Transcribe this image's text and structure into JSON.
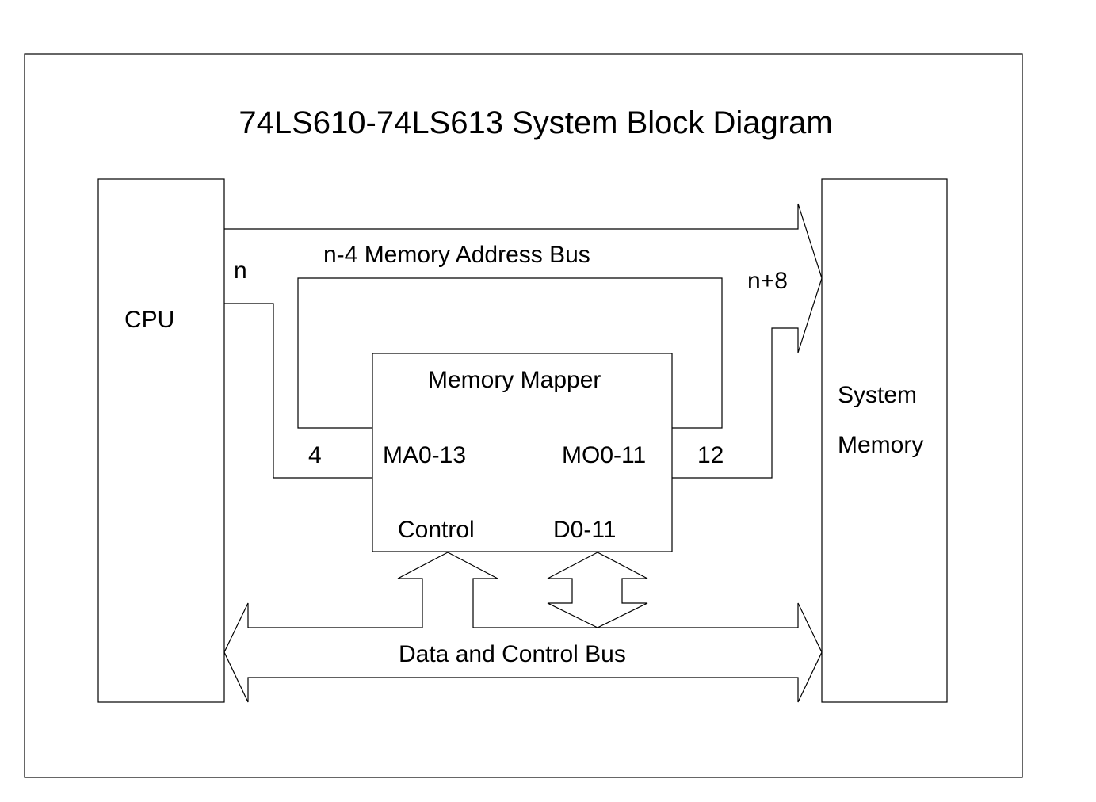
{
  "title": "74LS610-74LS613 System Block Diagram",
  "blocks": {
    "cpu": "CPU",
    "memory_mapper": "Memory Mapper",
    "system_memory_line1": "System",
    "system_memory_line2": "Memory"
  },
  "ports": {
    "ma": "MA0-13",
    "mo": "MO0-11",
    "control": "Control",
    "data": "D0-11"
  },
  "buses": {
    "memory_address_bus": "n-4 Memory Address Bus",
    "data_control_bus": "Data and Control Bus",
    "n": "n",
    "n_plus_8": "n+8",
    "four": "4",
    "twelve": "12"
  }
}
